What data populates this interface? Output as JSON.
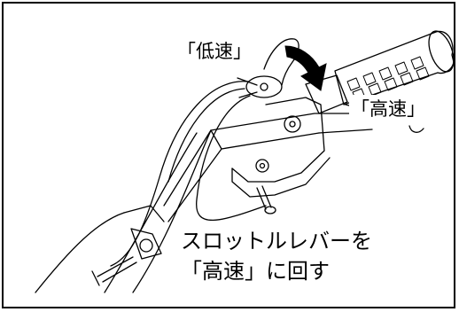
{
  "labels": {
    "low_speed": "「低速」",
    "high_speed": "「高速」"
  },
  "caption": {
    "line1": "スロットルレバーを",
    "line2": "「高速」に回す"
  },
  "colors": {
    "line": "#000000",
    "background": "#ffffff"
  },
  "icons": {
    "direction_arrow": "curved-arrow-icon"
  }
}
